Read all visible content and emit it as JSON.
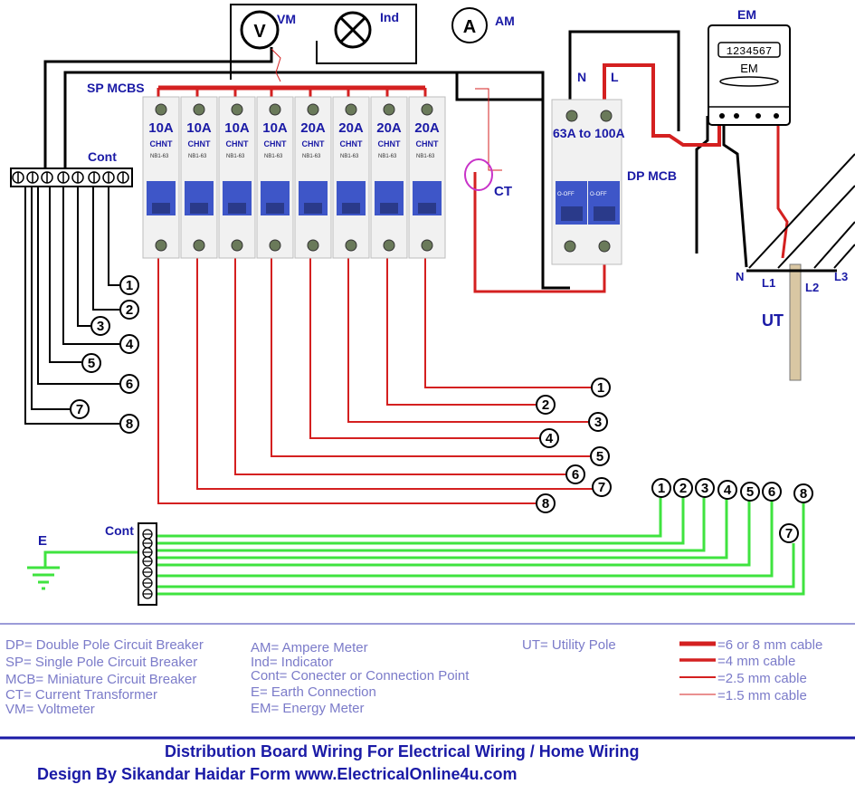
{
  "labels": {
    "vm": "VM",
    "v": "V",
    "ind": "Ind",
    "am": "AM",
    "a": "A",
    "em_top": "EM",
    "em_inner": "EM",
    "meter_reading": "1234567",
    "sp_mcbs": "SP MCBS",
    "cont_top": "Cont",
    "cont_bottom": "Cont",
    "ct": "CT",
    "dp_mcb": "DP MCB",
    "dp_rating": "63A to 100A",
    "n": "N",
    "l": "L",
    "e": "E",
    "ut": "UT",
    "pole_n": "N",
    "pole_l1": "L1",
    "pole_l2": "L2",
    "pole_l3": "L3",
    "brand": "CHNT",
    "dp_off_left": "O-OFF",
    "dp_off_right": "O-OFF"
  },
  "mcbs": [
    {
      "rating": "10A",
      "model": "NB1-63"
    },
    {
      "rating": "10A",
      "model": "NB1-63"
    },
    {
      "rating": "10A",
      "model": "NB1-63"
    },
    {
      "rating": "10A",
      "model": "NB1-63"
    },
    {
      "rating": "20A",
      "model": "NB1-63"
    },
    {
      "rating": "20A",
      "model": "NB1-63"
    },
    {
      "rating": "20A",
      "model": "NB1-63"
    },
    {
      "rating": "20A",
      "model": "NB1-63"
    }
  ],
  "neutral_circuit_numbers": [
    "1",
    "2",
    "3",
    "4",
    "5",
    "6",
    "7",
    "8"
  ],
  "phase_circuit_numbers": [
    "1",
    "2",
    "3",
    "4",
    "5",
    "6",
    "7",
    "8"
  ],
  "earth_circuit_numbers": [
    "1",
    "2",
    "3",
    "4",
    "5",
    "6",
    "7",
    "8"
  ],
  "legend": {
    "col1": [
      "DP= Double Pole Circuit Breaker",
      "SP= Single Pole Circuit Breaker",
      "MCB= Miniature Circuit Breaker",
      "CT= Current Transformer",
      "VM= Voltmeter"
    ],
    "col2": [
      "AM= Ampere Meter",
      " Ind= Indicator",
      "Cont= Conecter or Connection Point",
      "E= Earth Connection",
      "EM= Energy Meter"
    ],
    "col3": [
      "UT= Utility Pole"
    ],
    "cables": [
      "=6 or 8 mm cable",
      "=4 mm cable",
      "=2.5 mm cable",
      "=1.5 mm cable"
    ]
  },
  "title_line1": "Distribution Board Wiring For Electrical Wiring / Home Wiring",
  "title_line2": "Design By Sikandar Haidar Form www.ElectricalOnline4u.com",
  "colors": {
    "phase": "#d42020",
    "neutral": "#000000",
    "earth": "#3fe33f",
    "breaker_blue": "#3e56c8",
    "title": "#1a1aa6",
    "legend_text": "#7b7bc9",
    "label_blue": "#1a1aa6"
  }
}
